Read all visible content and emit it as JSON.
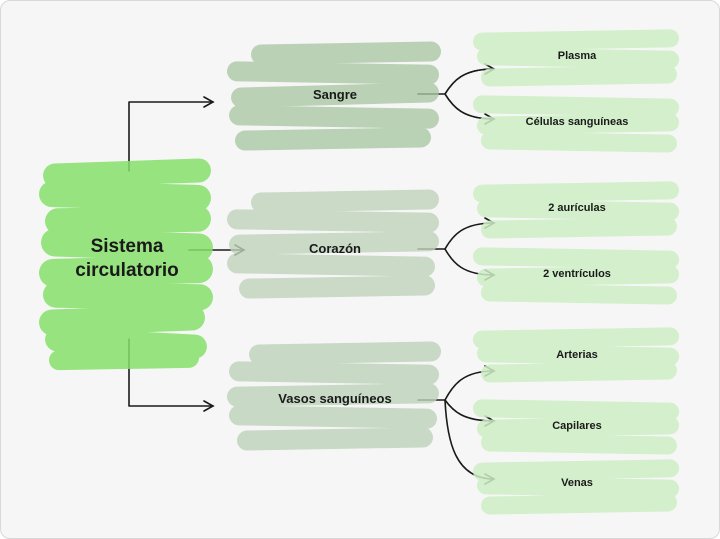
{
  "colors": {
    "root": "#86e06c",
    "mid": "#b9d1b4",
    "leaf": "#d3f0cb",
    "line": "#1a1a1a",
    "text": "#1a1a1a"
  },
  "root": {
    "label_line1": "Sistema",
    "label_line2": "circulatorio"
  },
  "branches": [
    {
      "label": "Sangre",
      "children": [
        "Plasma",
        "Células sanguíneas"
      ]
    },
    {
      "label": "Corazón",
      "children": [
        "2 aurículas",
        "2 ventrículos"
      ]
    },
    {
      "label": "Vasos sanguíneos",
      "children": [
        "Arterias",
        "Capilares",
        "Venas"
      ]
    }
  ]
}
